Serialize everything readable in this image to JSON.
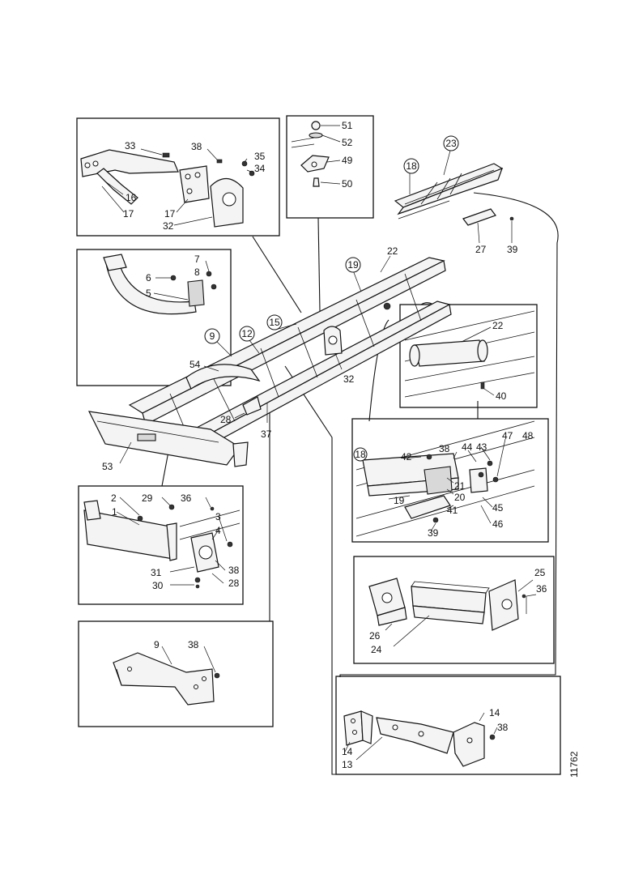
{
  "diagram_id": "11762",
  "panels": {
    "top_left": {
      "labels": [
        "33",
        "38",
        "35",
        "34",
        "16",
        "17",
        "17",
        "32"
      ]
    },
    "top_center": {
      "labels": [
        "51",
        "52",
        "49",
        "50"
      ]
    },
    "top_right": {
      "labels": [
        "18",
        "23",
        "27",
        "39"
      ]
    },
    "left_middle": {
      "labels": [
        "7",
        "8",
        "6",
        "5"
      ]
    },
    "right_middle": {
      "labels": [
        "22",
        "40"
      ]
    },
    "right_lower": {
      "labels": [
        "18",
        "42",
        "38",
        "44",
        "43",
        "47",
        "48",
        "21",
        "20",
        "19",
        "41",
        "45",
        "46",
        "39"
      ]
    },
    "bottom_left": {
      "labels": [
        "2",
        "29",
        "36",
        "1",
        "3",
        "4",
        "31",
        "38",
        "30",
        "28"
      ]
    },
    "bottom_left_small": {
      "labels": [
        "9",
        "38"
      ]
    },
    "bottom_right_a": {
      "labels": [
        "25",
        "36",
        "26",
        "24"
      ]
    },
    "bottom_right_b": {
      "labels": [
        "14",
        "38",
        "14",
        "13"
      ]
    }
  },
  "main_frame": {
    "labels": [
      "22",
      "19",
      "15",
      "12",
      "9",
      "54",
      "32",
      "28",
      "37",
      "53"
    ]
  }
}
